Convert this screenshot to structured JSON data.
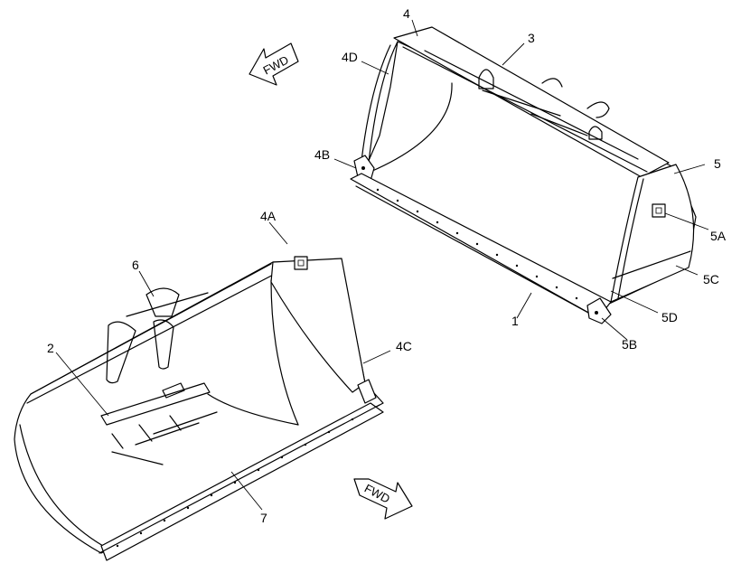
{
  "labels": {
    "c1": "1",
    "c2": "2",
    "c3": "3",
    "c4": "4",
    "c4a": "4A",
    "c4b": "4B",
    "c4c": "4C",
    "c4d": "4D",
    "c5": "5",
    "c5a": "5A",
    "c5b": "5B",
    "c5c": "5C",
    "c5d": "5D",
    "c6": "6",
    "c7": "7"
  },
  "arrows": {
    "top": "FWD",
    "bottom": "FWD"
  },
  "icons": [
    "fwd-arrow-icon",
    "plate-icon"
  ]
}
